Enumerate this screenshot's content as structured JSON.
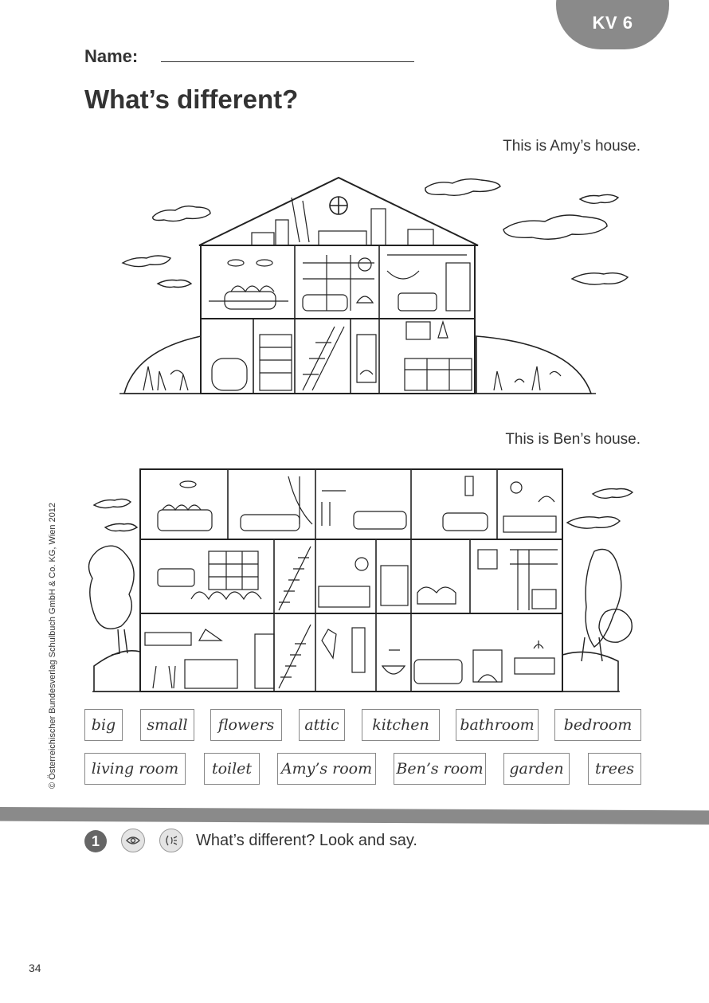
{
  "header": {
    "code": "KV 6"
  },
  "name_field": {
    "label": "Name:"
  },
  "title": "What’s different?",
  "captions": {
    "amy": "This is Amy’s house.",
    "ben": "This is Ben’s house."
  },
  "copyright": "© Österreichischer Bundesverlag Schulbuch GmbH & Co. KG, Wien 2012",
  "word_bank": {
    "row1": [
      "big",
      "small",
      "flowers",
      "attic",
      "kitchen",
      "bathroom",
      "bedroom"
    ],
    "row2": [
      "living room",
      "toilet",
      "Amy’s room",
      "Ben’s room",
      "garden",
      "trees"
    ]
  },
  "task": {
    "number": "1",
    "icons": [
      "eye-icon",
      "speaking-face-icon"
    ],
    "instruction": "What’s different? Look and say."
  },
  "page_number": "34",
  "colors": {
    "accent_gray": "#8a8a8a",
    "text": "#333333"
  }
}
